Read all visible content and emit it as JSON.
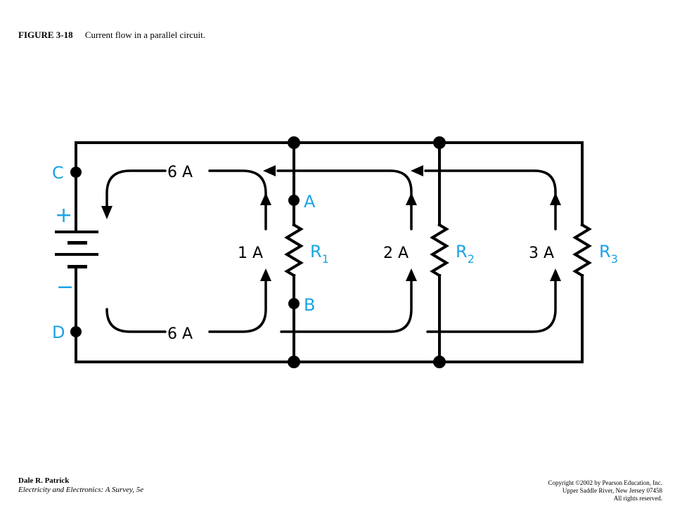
{
  "caption": {
    "figure_number": "FIGURE 3-18",
    "title": "Current flow in a parallel circuit."
  },
  "diagram": {
    "terminals": {
      "c": "C",
      "d": "D",
      "a": "A",
      "b": "B"
    },
    "polarity": {
      "plus": "+",
      "minus": "−"
    },
    "resistors": [
      {
        "letter": "R",
        "subscript": "1"
      },
      {
        "letter": "R",
        "subscript": "2"
      },
      {
        "letter": "R",
        "subscript": "3"
      }
    ],
    "currents": {
      "total_top": "6 A",
      "total_bottom": "6 A",
      "branch_1": "1 A",
      "branch_2": "2 A",
      "branch_3": "3 A"
    },
    "colors": {
      "label_blue": "#1ca3e4",
      "wire": "#000000"
    }
  },
  "footer": {
    "author": "Dale R. Patrick",
    "book": "Electricity and Electronics: A Survey, 5e",
    "copyright_1": "Copyright ©2002 by Pearson Education, Inc.",
    "copyright_2": "Upper Saddle River, New Jersey 07458",
    "copyright_3": "All rights reserved."
  }
}
